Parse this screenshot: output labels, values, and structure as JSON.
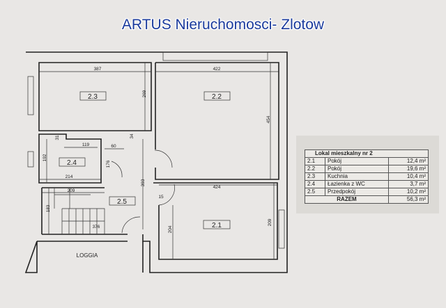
{
  "title": "ARTUS Nieruchomosci- Zlotow",
  "plan": {
    "rooms": [
      "2.3",
      "2.2",
      "2.4",
      "2.5",
      "2.1"
    ],
    "loggia": "LOGGIA",
    "dimensions": {
      "d387": "387",
      "d422": "422",
      "d269": "269",
      "d454": "454",
      "d119": "119",
      "d60": "60",
      "d31": "31",
      "d34": "34",
      "d192": "192",
      "d176": "176",
      "d214": "214",
      "d393": "393",
      "d424": "424",
      "d209a": "209",
      "d15": "15",
      "d183": "183",
      "d376": "376",
      "d204": "204",
      "d209b": "209"
    }
  },
  "table": {
    "header": "Lokal mieszkalny nr 2",
    "rows": [
      {
        "no": "2.1",
        "name": "Pokój",
        "area": "12,4 m²"
      },
      {
        "no": "2.2",
        "name": "Pokój",
        "area": "19,6 m²"
      },
      {
        "no": "2.3",
        "name": "Kuchnia",
        "area": "10,4 m²"
      },
      {
        "no": "2.4",
        "name": "Łazienka z WC",
        "area": "3,7 m²"
      },
      {
        "no": "2.5",
        "name": "Przedpokój",
        "area": "10,2 m²"
      }
    ],
    "total_label": "RAZEM",
    "total_area": "56,3 m²"
  }
}
